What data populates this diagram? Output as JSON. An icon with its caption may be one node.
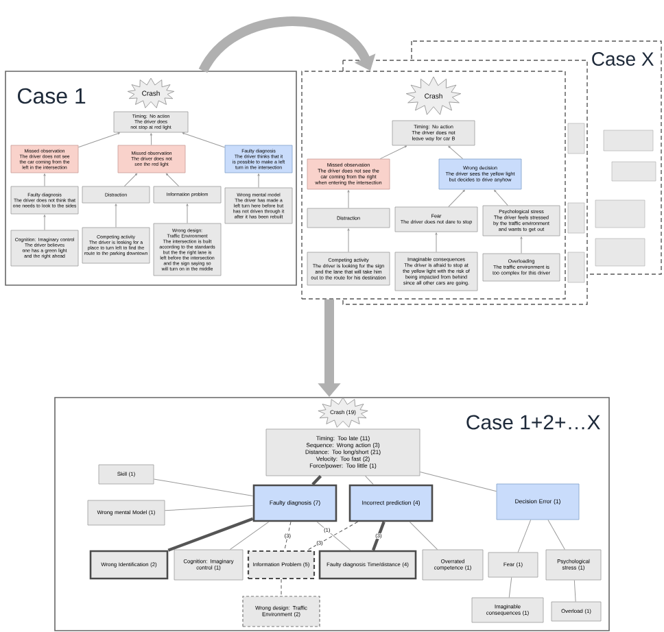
{
  "diagram": {
    "nodes": [
      {
        "text": [
          "Case 1"
        ]
      },
      {
        "text": [
          "Crash"
        ],
        "in": 0
      },
      {
        "text": [
          "Timing: No action",
          "The driver does not stop at red light"
        ],
        "in": 0
      },
      {
        "text": [
          "Missed observation",
          "The driver does not see the car coming from the left in the intersection"
        ],
        "in": 0
      },
      {
        "text": [
          "Missed observation",
          "The driver does not see the red light"
        ],
        "in": 0
      },
      {
        "text": [
          "Faulty diagnosis",
          "The driver thinks that it is possible to make a left turn in the intersection"
        ],
        "in": 0
      },
      {
        "text": [
          "Faulty diagnosis",
          "The driver does not think that one needs to look to the sides"
        ],
        "in": 0
      },
      {
        "text": [
          "Distraction"
        ],
        "in": 0
      },
      {
        "text": [
          "Information problem"
        ],
        "in": 0
      },
      {
        "text": [
          "Wrong mental model",
          "The driver has made a left turn here before but has not driven through it after it has been rebuilt"
        ],
        "in": 0
      },
      {
        "text": [
          "Cognition: Imaginary control",
          "The driver believes one has a green light and the right ahead"
        ],
        "in": 0
      },
      {
        "text": [
          "Competing activity",
          "The driver is looking for a place to turn left to find the route to the parking downtown"
        ],
        "in": 0
      },
      {
        "text": [
          "Wrong design: Traffic Environment",
          "The intersection is built according to the standards but the the right lane is left before the intersection and the sign saying so will turn on in the middle"
        ],
        "in": 0
      },
      {
        "text": [
          "Case X"
        ]
      },
      {
        "text": [
          "Crash"
        ],
        "in": 13
      },
      {
        "text": [
          "Timing: No action",
          "The driver does not leave way for car B"
        ],
        "in": 13
      },
      {
        "text": [
          "Missed observation",
          "The driver does not see the car coming from the right when entering the intersection"
        ],
        "in": 13
      },
      {
        "text": [
          "Wrong decision",
          "The driver sees the yellow light but decides to drive anyhow"
        ],
        "in": 13
      },
      {
        "text": [
          "Distraction"
        ],
        "in": 13
      },
      {
        "text": [
          "Fear",
          "The driver does not dare to stop"
        ],
        "in": 13
      },
      {
        "text": [
          "Psychological stress",
          "The driver feels stressed by the traffic environment and wants to get out"
        ],
        "in": 13
      },
      {
        "text": [
          "Competing activity",
          "The driver is looking for the sign and the lane that will take him out to the route for his destination"
        ],
        "in": 13
      },
      {
        "text": [
          "Imaginable consequences",
          "The driver is afraid to stop at the yellow light with the risk of being impacted from behind since all other cars are going."
        ],
        "in": 13
      },
      {
        "text": [
          "Overloading",
          "The traffic environment is too complex for this driver"
        ],
        "in": 13
      },
      {
        "text": [
          "Case 1+2+…X"
        ]
      },
      {
        "text": [
          "Crash (19)"
        ],
        "in": 24
      },
      {
        "text": [
          "Timing: Too late (11)",
          "Sequence: Wrong action (3)",
          "Distance: Too long/short (21)",
          "Velocity: Too fast (2)",
          "Force/power: Too little (1)"
        ],
        "in": 24
      },
      {
        "text": [
          "Skill (1)"
        ],
        "in": 24
      },
      {
        "text": [
          "Wrong mental Model (1)"
        ],
        "in": 24
      },
      {
        "text": [
          "Faulty diagnosis (7)"
        ],
        "in": 24
      },
      {
        "text": [
          "Incorrect prediction (4)"
        ],
        "in": 24
      },
      {
        "text": [
          "Decision Error (1)"
        ],
        "in": 24
      },
      {
        "text": [
          "Wrong Identification (2)"
        ],
        "in": 24
      },
      {
        "text": [
          "Cognition: Imaginary control (1)"
        ],
        "in": 24
      },
      {
        "text": [
          "Information Problem (5)"
        ],
        "in": 24
      },
      {
        "text": [
          "Faulty diagnosis Time/distance (4)"
        ],
        "in": 24
      },
      {
        "text": [
          "Overrated competence (1)"
        ],
        "in": 24
      },
      {
        "text": [
          "Fear (1)"
        ],
        "in": 24
      },
      {
        "text": [
          "Psychological stress (1)"
        ],
        "in": 24
      },
      {
        "text": [
          "Wrong design: Traffic Environment (2)"
        ],
        "in": 24
      },
      {
        "text": [
          "Imaginable consequences (1)"
        ],
        "in": 24
      },
      {
        "text": [
          "Overload (1)"
        ],
        "in": 24
      }
    ],
    "edges": [
      {
        "from": 3,
        "to": 2,
        "arrow": "to"
      },
      {
        "from": 4,
        "to": 2,
        "arrow": "to"
      },
      {
        "from": 5,
        "to": 2,
        "arrow": "to"
      },
      {
        "from": 6,
        "to": 3,
        "arrow": "to"
      },
      {
        "from": 10,
        "to": 6,
        "arrow": "to"
      },
      {
        "from": 7,
        "to": 4,
        "arrow": "to"
      },
      {
        "from": 8,
        "to": 4,
        "arrow": "to"
      },
      {
        "from": 11,
        "to": 7,
        "arrow": "to"
      },
      {
        "from": 12,
        "to": 8,
        "arrow": "to"
      },
      {
        "from": 9,
        "to": 5,
        "arrow": "to"
      },
      {
        "from": 16,
        "to": 15,
        "arrow": "to"
      },
      {
        "from": 17,
        "to": 15,
        "arrow": "to"
      },
      {
        "from": 18,
        "to": 16,
        "arrow": "to"
      },
      {
        "from": 21,
        "to": 18,
        "arrow": "to"
      },
      {
        "from": 19,
        "to": 17,
        "arrow": "to"
      },
      {
        "from": 20,
        "to": 17,
        "arrow": "to"
      },
      {
        "from": 22,
        "to": 19,
        "arrow": "to"
      },
      {
        "from": 23,
        "to": 20,
        "arrow": "to"
      },
      {
        "from": 26,
        "to": 29,
        "arrow": "none",
        "style": "thick",
        "color": "#555555"
      },
      {
        "from": 26,
        "to": 30,
        "arrow": "none"
      },
      {
        "from": 26,
        "to": 31,
        "arrow": "none"
      },
      {
        "from": 29,
        "to": 27,
        "arrow": "none"
      },
      {
        "from": 29,
        "to": 28,
        "arrow": "none"
      },
      {
        "from": 29,
        "to": 32,
        "arrow": "none",
        "style": "thick",
        "color": "#555555"
      },
      {
        "from": 29,
        "to": 33,
        "arrow": "none"
      },
      {
        "from": 29,
        "to": 34,
        "arrow": "none",
        "label": "(3)",
        "style": "dashed",
        "color": "#555555"
      },
      {
        "from": 29,
        "to": 35,
        "arrow": "none",
        "label": "(1)"
      },
      {
        "from": 30,
        "to": 34,
        "arrow": "none",
        "label": "(3)",
        "style": "dashed",
        "color": "#555555"
      },
      {
        "from": 30,
        "to": 35,
        "arrow": "none",
        "label": "(3)",
        "style": "thick",
        "color": "#555555"
      },
      {
        "from": 30,
        "to": 36,
        "arrow": "none"
      },
      {
        "from": 31,
        "to": 37,
        "arrow": "none"
      },
      {
        "from": 31,
        "to": 38,
        "arrow": "none"
      },
      {
        "from": 37,
        "to": 40,
        "arrow": "none"
      },
      {
        "from": 38,
        "to": 41,
        "arrow": "none"
      },
      {
        "from": 34,
        "to": 39,
        "arrow": "none",
        "style": "dashed",
        "color": "#555555"
      },
      {
        "from": 0,
        "to": 13,
        "arrow": "to",
        "style": "thick",
        "color": "#b0b0b0"
      },
      {
        "from": 13,
        "to": 24,
        "arrow": "to",
        "style": "thick",
        "color": "#b0b0b0"
      }
    ]
  }
}
